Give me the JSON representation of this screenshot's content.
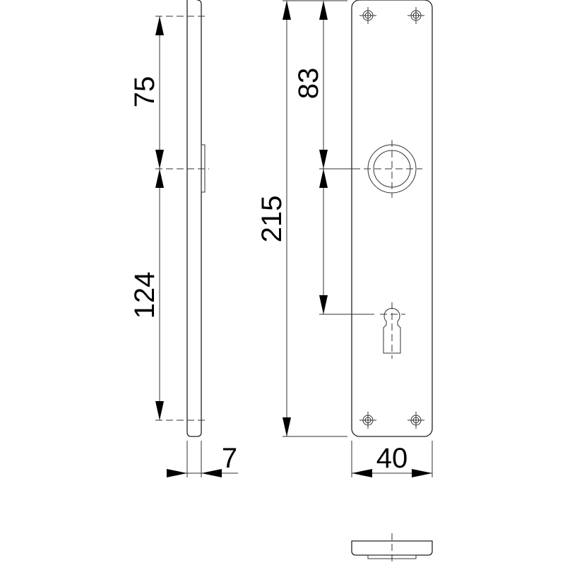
{
  "dimensions": {
    "upper_to_center": "75",
    "center_to_lower": "124",
    "thickness": "7",
    "total_height": "215",
    "top_to_handle": "83",
    "width": "40"
  },
  "colors": {
    "line": "#222222",
    "background": "#ffffff"
  }
}
